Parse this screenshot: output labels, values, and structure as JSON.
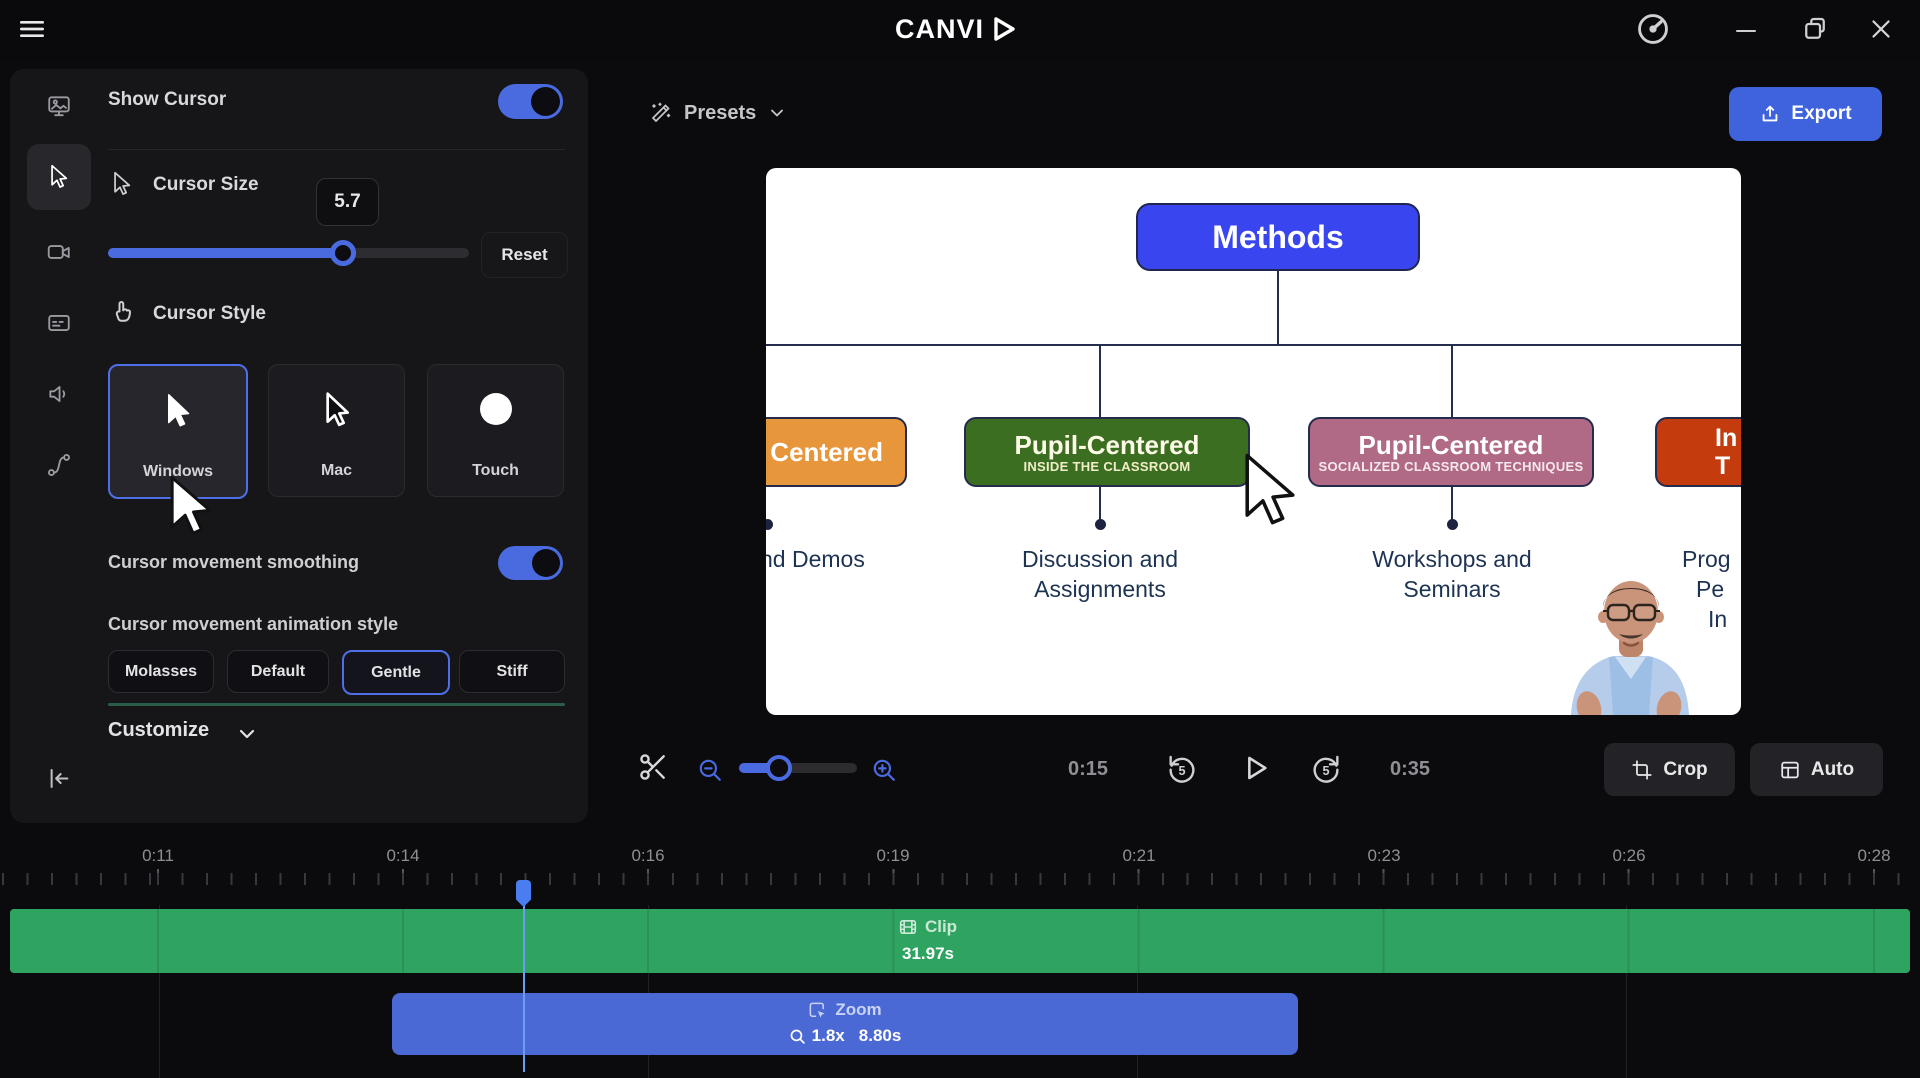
{
  "app": {
    "title": "CANVID"
  },
  "colors": {
    "accent_blue": "#3e63dd",
    "toggle_blue": "#4a6be0",
    "timeline_clip_green": "#2fa360",
    "timeline_zoom_blue": "#4b69d4",
    "node_root_blue": "#3946ef",
    "node_orange": "#e8963c",
    "node_green": "#3c6e22",
    "node_mauve": "#b06a85",
    "node_red": "#c43b0e"
  },
  "icons": [
    "menu-icon",
    "gauge-icon",
    "minimize-icon",
    "restore-icon",
    "close-icon",
    "media-icon",
    "cursor-icon",
    "camera-icon",
    "captions-icon",
    "audio-icon",
    "path-icon",
    "collapse-icon",
    "wand-icon",
    "chevron-down-icon",
    "export-icon",
    "scissors-icon",
    "zoom-out-icon",
    "zoom-in-icon",
    "rewind-5-icon",
    "play-icon",
    "forward-5-icon",
    "crop-icon",
    "auto-layout-icon",
    "film-icon",
    "zoom-region-icon",
    "magnifier-icon",
    "hand-pointer-icon",
    "cursor-arrow-icon"
  ],
  "panel": {
    "show_cursor_label": "Show Cursor",
    "show_cursor_enabled": true,
    "cursor_size": {
      "label": "Cursor Size",
      "value": "5.7",
      "reset_label": "Reset",
      "slider_percent": 65
    },
    "cursor_style": {
      "label": "Cursor Style",
      "selected": "Windows",
      "options": [
        {
          "label": "Windows"
        },
        {
          "label": "Mac"
        },
        {
          "label": "Touch"
        }
      ]
    },
    "smoothing_label": "Cursor movement smoothing",
    "smoothing_enabled": true,
    "animation": {
      "label": "Cursor movement animation style",
      "selected": "Gentle",
      "options": [
        {
          "label": "Molasses"
        },
        {
          "label": "Default"
        },
        {
          "label": "Gentle"
        },
        {
          "label": "Stiff"
        }
      ]
    },
    "customize_label": "Customize"
  },
  "toolbar": {
    "presets_label": "Presets",
    "export_label": "Export"
  },
  "preview": {
    "diagram": {
      "root_label": "Methods",
      "nodes": [
        {
          "title": "Centered",
          "subtitle": ""
        },
        {
          "title": "Pupil-Centered",
          "subtitle": "INSIDE THE CLASSROOM"
        },
        {
          "title": "Pupil-Centered",
          "subtitle": "SOCIALIZED CLASSROOM TECHNIQUES"
        },
        {
          "title_line1": "In",
          "title_line2": "T"
        }
      ],
      "labels": [
        {
          "line1": "nd Demos"
        },
        {
          "line1": "Discussion and",
          "line2": "Assignments"
        },
        {
          "line1": "Workshops and",
          "line2": "Seminars"
        },
        {
          "line1": "Prog",
          "line2": "Pe",
          "line3": "In"
        }
      ]
    }
  },
  "controls": {
    "current_time": "0:15",
    "total_time": "0:35",
    "crop_label": "Crop",
    "auto_label": "Auto",
    "zoom_slider_percent": 34
  },
  "timeline": {
    "ruler": [
      "0:11",
      "0:14",
      "0:16",
      "0:19",
      "0:21",
      "0:23",
      "0:26",
      "0:28"
    ],
    "clip_track": {
      "label": "Clip",
      "duration": "31.97s"
    },
    "zoom_track": {
      "label": "Zoom",
      "factor": "1.8x",
      "duration": "8.80s"
    }
  }
}
